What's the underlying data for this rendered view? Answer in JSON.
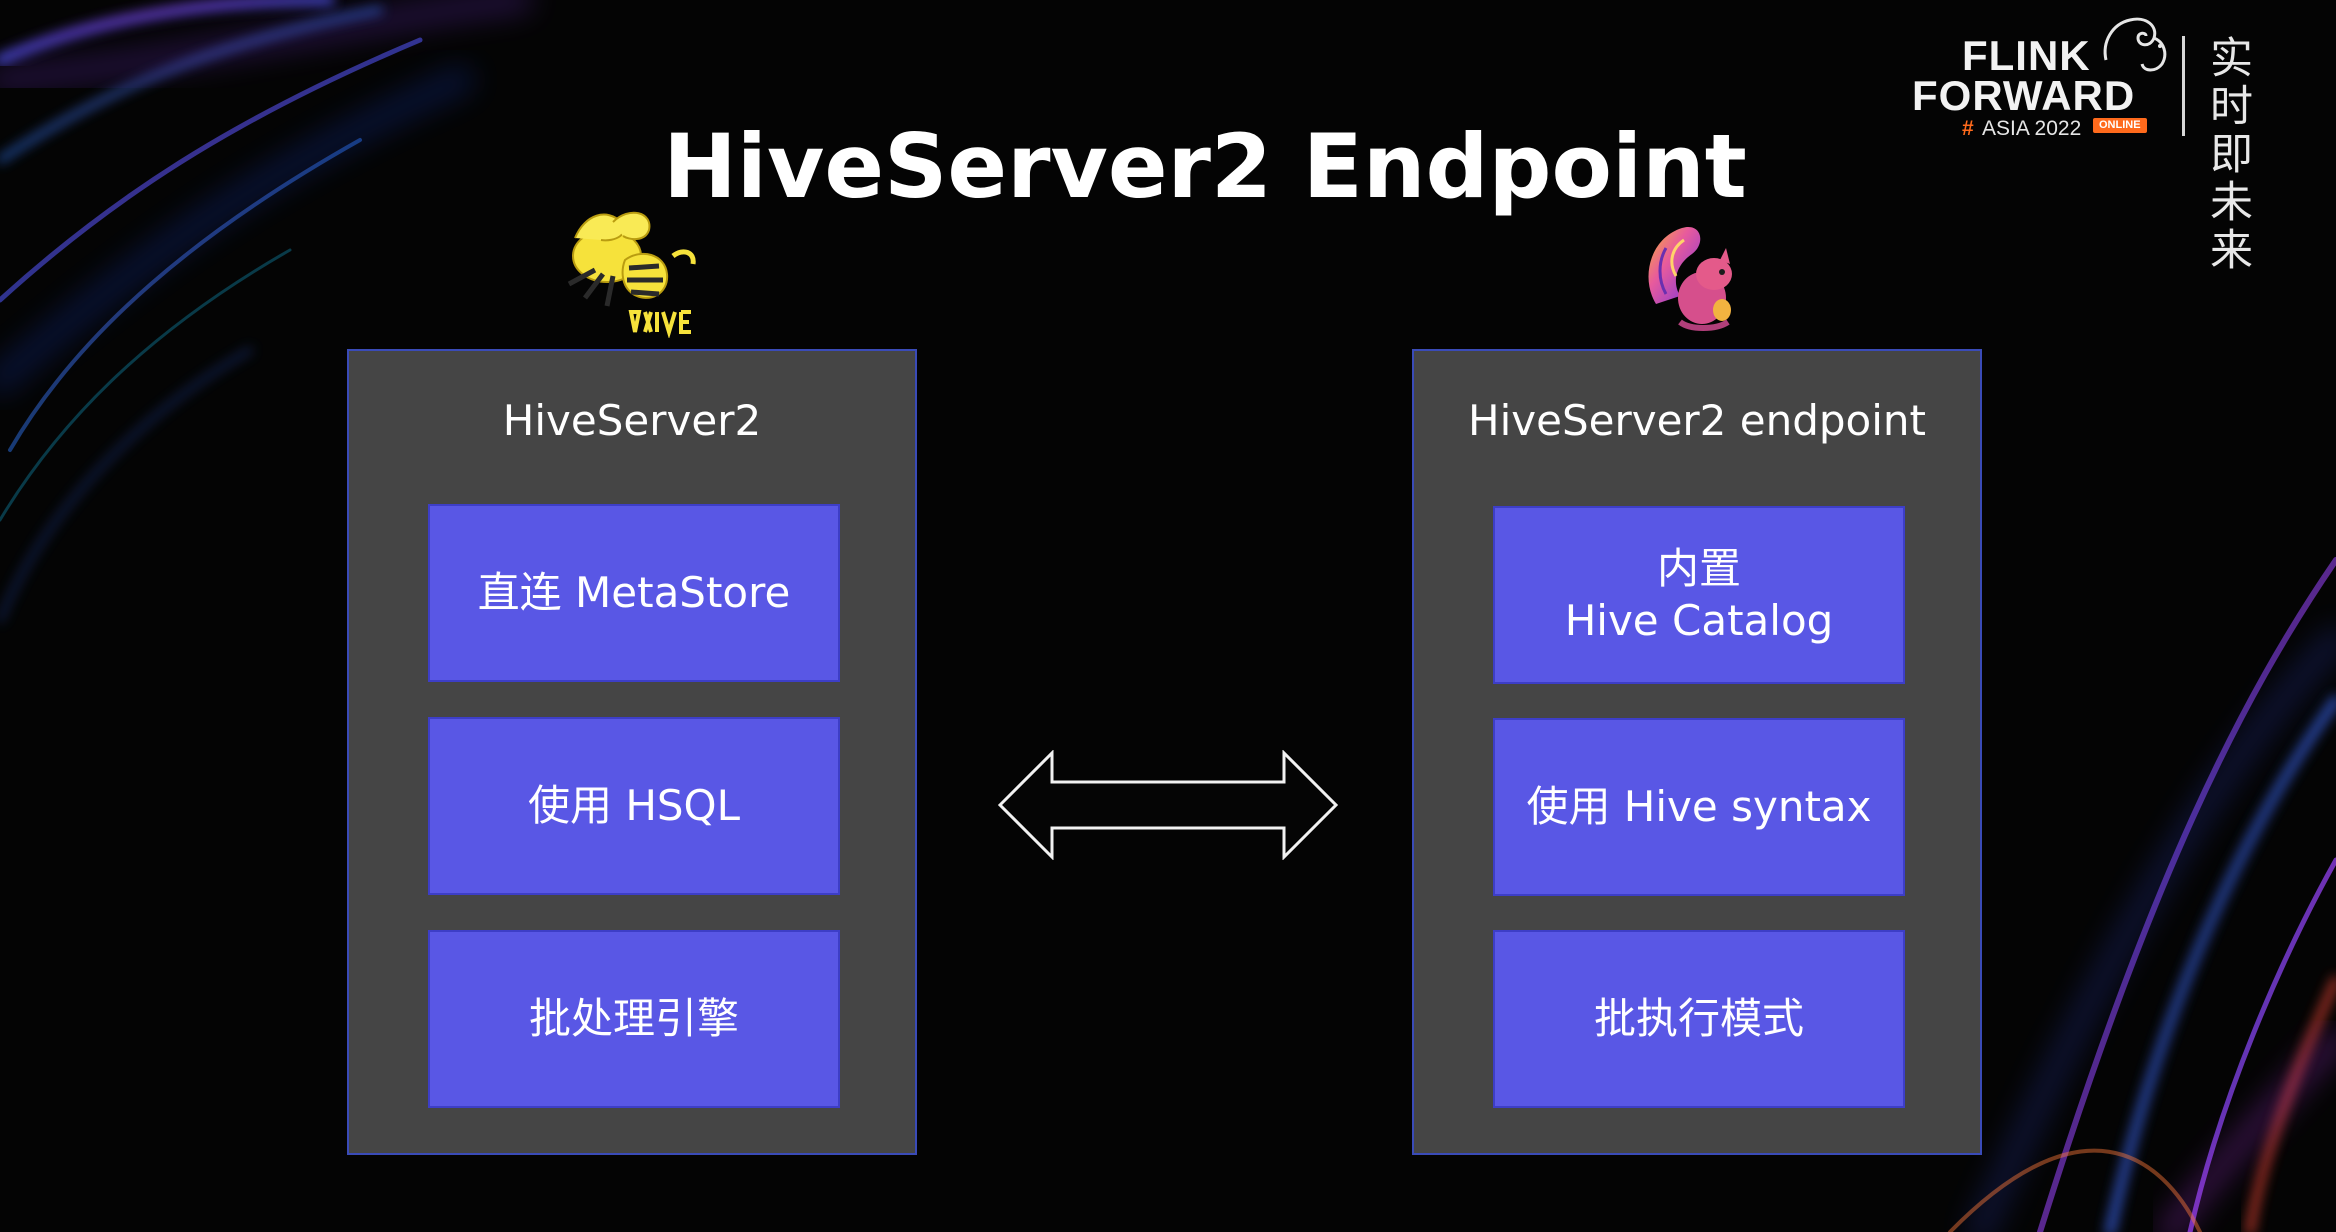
{
  "slide": {
    "title": "HiveServer2 Endpoint"
  },
  "branding": {
    "line1": "FLINK",
    "line2": "FORWARD",
    "hash": "#",
    "event": "ASIA 2022",
    "badge": "ONLINE",
    "slogan": "实时即未来",
    "accent_color": "#ff6a1c"
  },
  "left_panel": {
    "logo": "hive-bee-logo",
    "title": "HiveServer2",
    "items": [
      {
        "label": "直连 MetaStore"
      },
      {
        "label": "使用 HSQL"
      },
      {
        "label": "批处理引擎"
      }
    ]
  },
  "right_panel": {
    "logo": "flink-squirrel-logo",
    "title": "HiveServer2 endpoint",
    "items": [
      {
        "line1": "内置",
        "line2": "Hive Catalog"
      },
      {
        "label": "使用 Hive syntax"
      },
      {
        "label": "批执行模式"
      }
    ]
  },
  "connector": {
    "icon": "double-headed-arrow-icon"
  },
  "colors": {
    "panel_fill": "#454545",
    "box_fill": "#5957e5",
    "background": "#040404"
  }
}
